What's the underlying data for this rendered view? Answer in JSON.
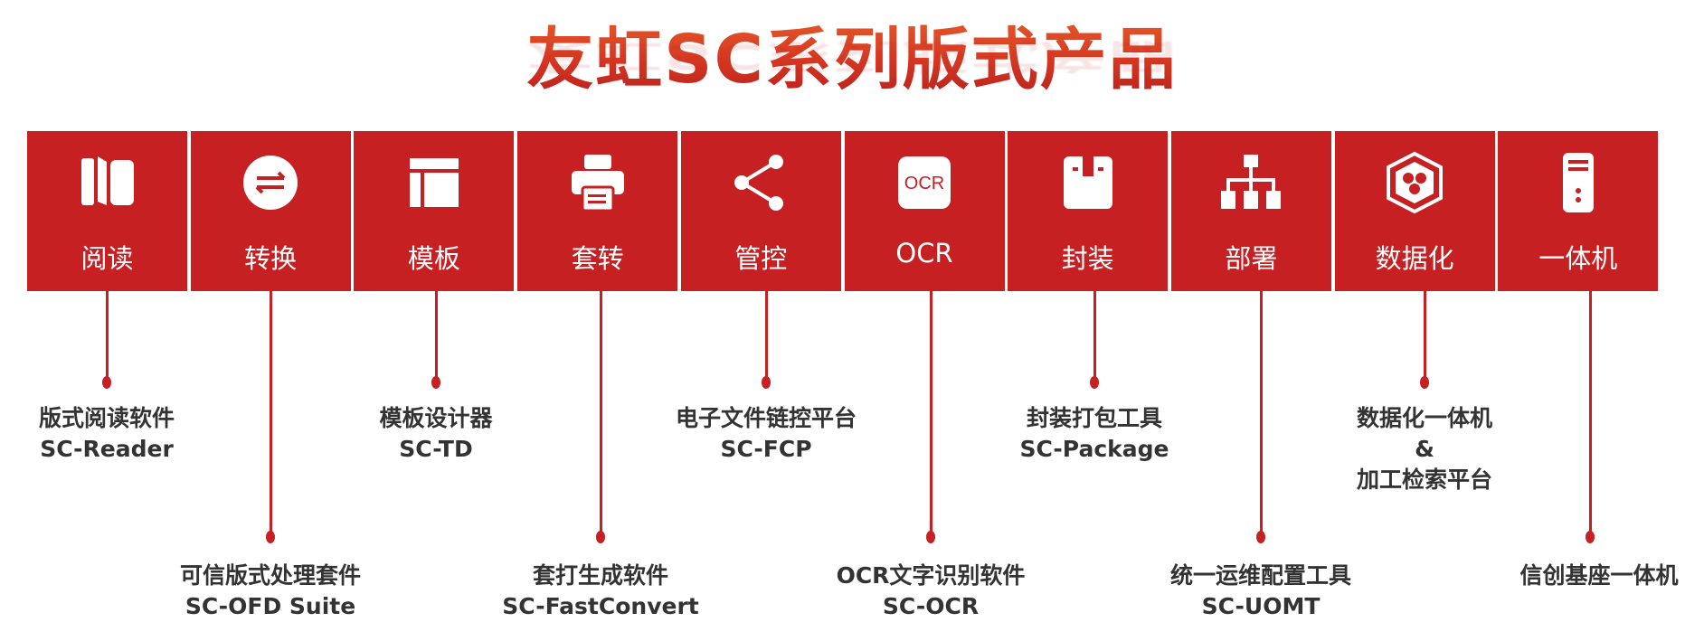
{
  "title": "友虹SC系列版式产品",
  "colors": {
    "accent": "#c62023",
    "text": "#333333"
  },
  "products": [
    {
      "category": "阅读",
      "icon": "book-icon",
      "name_cn": "版式阅读软件",
      "name_en": "SC-Reader",
      "position": "upper"
    },
    {
      "category": "转换",
      "icon": "convert-arrows-icon",
      "name_cn": "可信版式处理套件",
      "name_en": "SC-OFD Suite",
      "position": "lower"
    },
    {
      "category": "模板",
      "icon": "template-layout-icon",
      "name_cn": "模板设计器",
      "name_en": "SC-TD",
      "position": "upper"
    },
    {
      "category": "套转",
      "icon": "printer-icon",
      "name_cn": "套打生成软件",
      "name_en": "SC-FastConvert",
      "position": "lower"
    },
    {
      "category": "管控",
      "icon": "share-icon",
      "name_cn": "电子文件链控平台",
      "name_en": "SC-FCP",
      "position": "upper"
    },
    {
      "category": "OCR",
      "icon": "ocr-icon",
      "icon_text": "OCR",
      "name_cn": "OCR文字识别软件",
      "name_en": "SC-OCR",
      "position": "lower"
    },
    {
      "category": "封装",
      "icon": "package-icon",
      "name_cn": "封装打包工具",
      "name_en": "SC-Package",
      "position": "upper"
    },
    {
      "category": "部署",
      "icon": "hierarchy-icon",
      "name_cn": "统一运维配置工具",
      "name_en": "SC-UOMT",
      "position": "lower"
    },
    {
      "category": "数据化",
      "icon": "hexagon-data-icon",
      "name_cn": "数据化一体机",
      "name_en": "&",
      "name_extra": "加工检索平台",
      "position": "upper"
    },
    {
      "category": "一体机",
      "icon": "server-tower-icon",
      "name_cn": "信创基座一体机",
      "position": "lower"
    }
  ]
}
